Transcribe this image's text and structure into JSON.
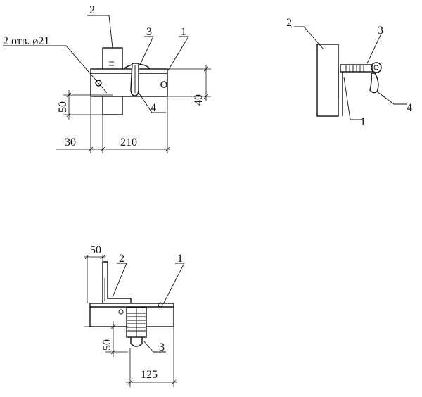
{
  "view_front": {
    "callouts": {
      "c1": "1",
      "c2": "2",
      "c3": "3",
      "c4": "4"
    },
    "hole_note": "2 отв.  ø21",
    "dims": {
      "d30": "30",
      "d210": "210",
      "d50": "50",
      "d40": "40"
    }
  },
  "view_side": {
    "callouts": {
      "c1": "1",
      "c2": "2",
      "c3": "3",
      "c4": "4"
    }
  },
  "view_top": {
    "callouts": {
      "c1": "1",
      "c2": "2",
      "c3": "3"
    },
    "dims": {
      "d50_top": "50",
      "d50_left": "50",
      "d125": "125"
    }
  }
}
